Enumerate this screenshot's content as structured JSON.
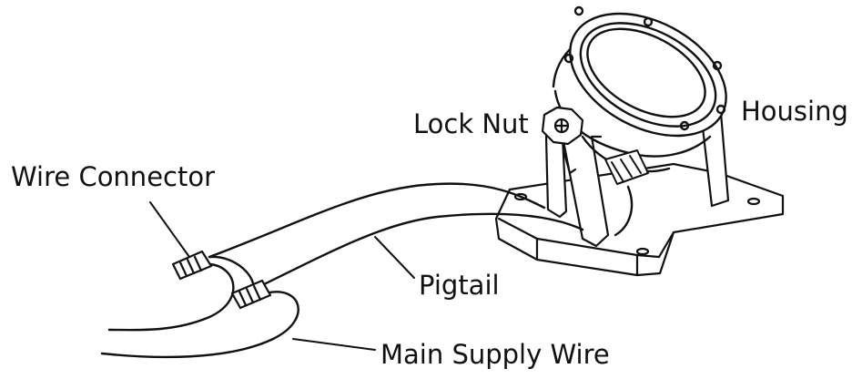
{
  "diagram": {
    "labels": {
      "wire_connector": "Wire Connector",
      "lock_nut": "Lock Nut",
      "housing": "Housing",
      "pigtail": "Pigtail",
      "main_supply_wire": "Main Supply Wire"
    },
    "colors": {
      "line": "#111111",
      "background": "#ffffff"
    }
  }
}
